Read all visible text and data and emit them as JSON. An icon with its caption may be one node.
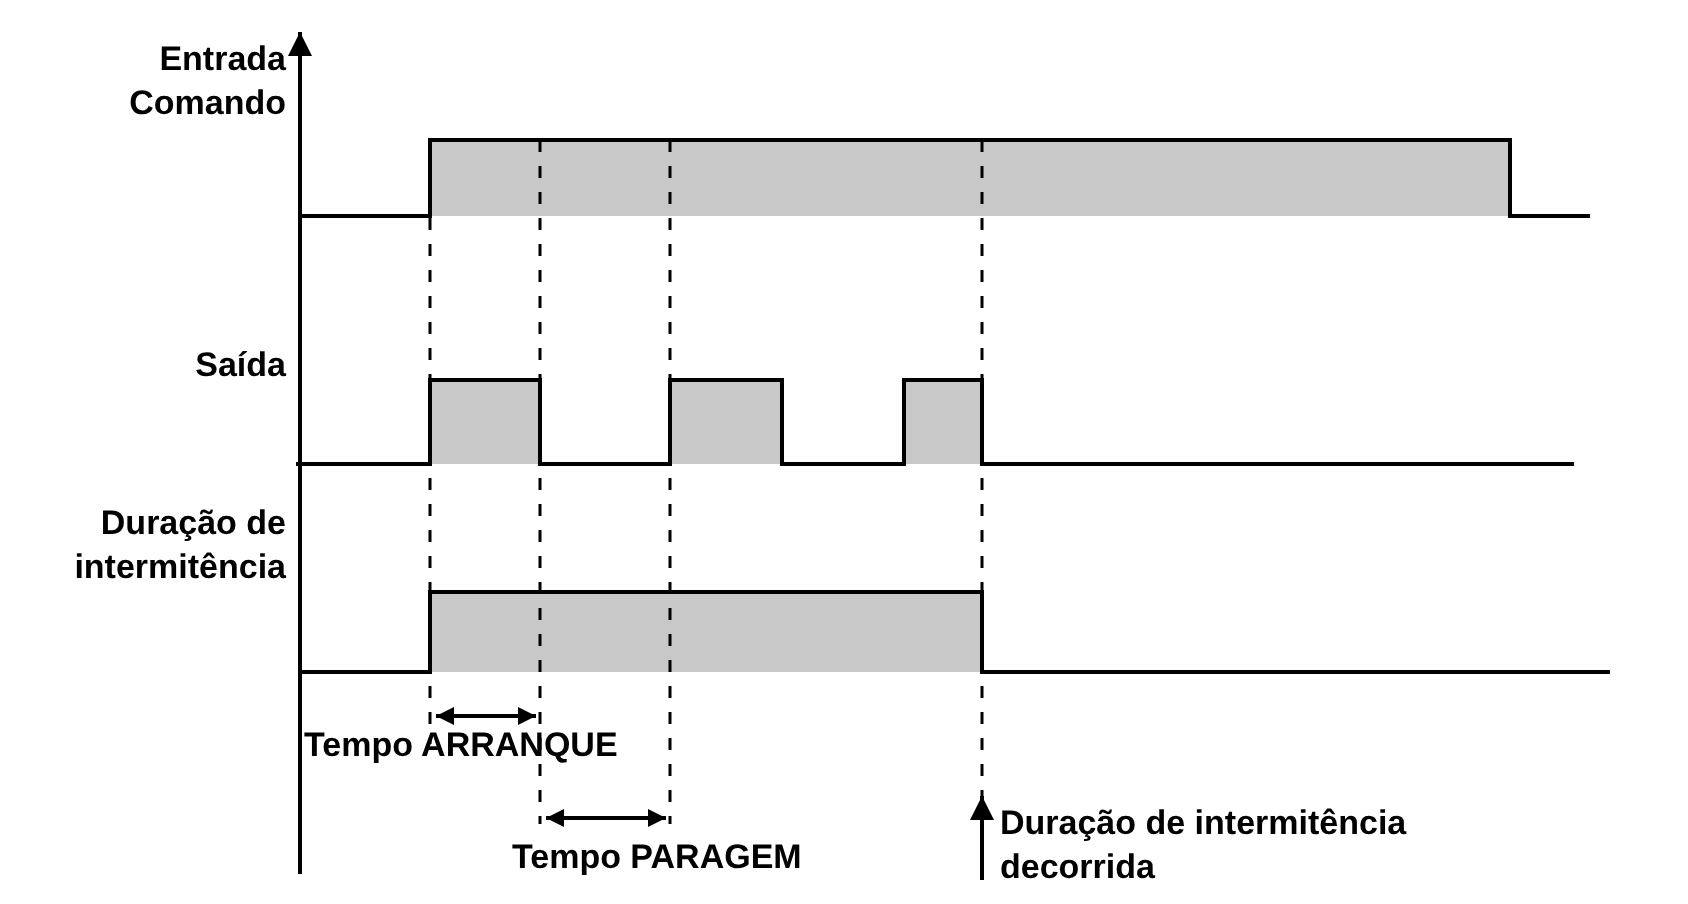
{
  "diagram": {
    "labels": [
      "Entrada Comando",
      "Saída",
      "Duração de intermitência",
      "Tempo ARRANQUE",
      "Tempo PARAGEM",
      "Duração de intermitência decorrida"
    ]
  }
}
